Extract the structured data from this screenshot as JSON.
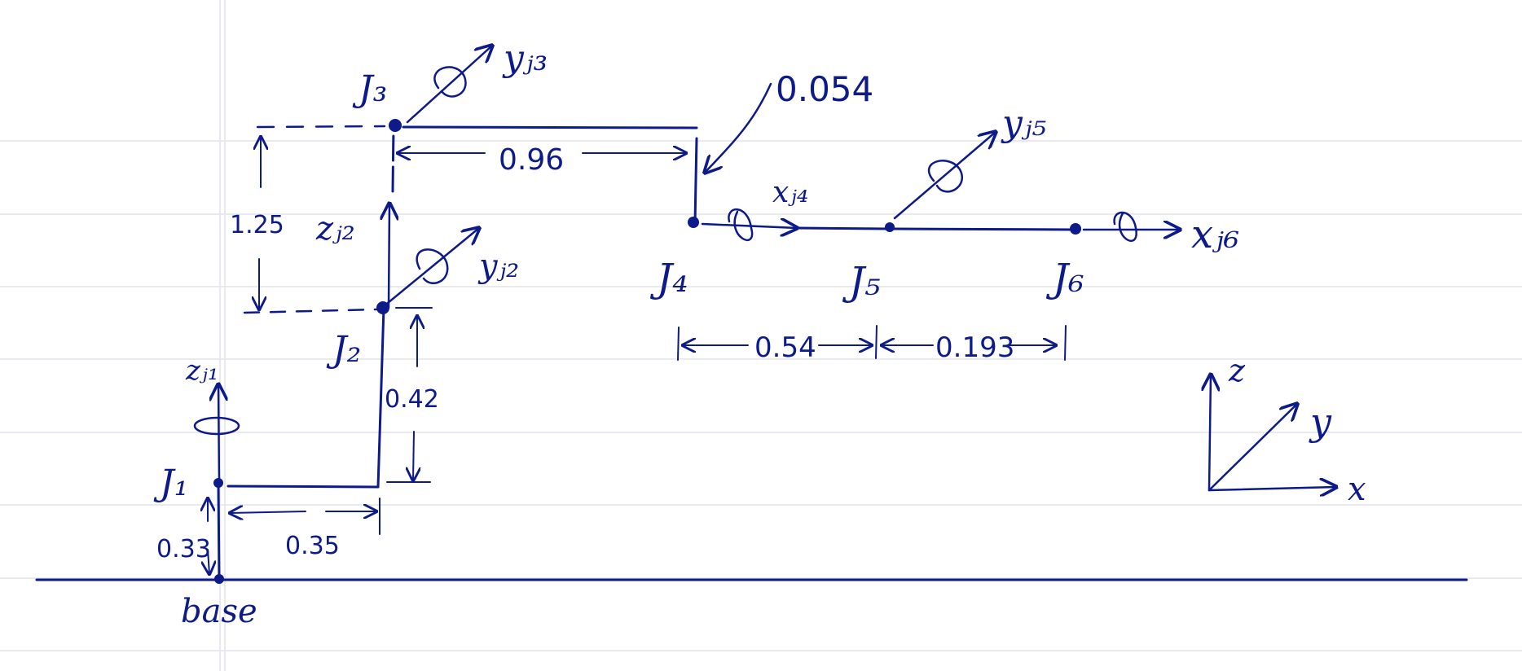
{
  "diagram": {
    "ink_color": "#0d1a8a",
    "paper_line_color": "#e2e4ea",
    "joints": {
      "j1": "J₁",
      "j2": "J₂",
      "j3": "J₃",
      "j4": "J₄",
      "j5": "J₅",
      "j6": "J₆",
      "base": "base"
    },
    "axes": {
      "z_j1": "zⱼ₁",
      "z_j2": "zⱼ₂",
      "y_j2": "yⱼ₂",
      "y_j3": "yⱼ₃",
      "x_j4": "xⱼ₄",
      "y_j5": "yⱼ₅",
      "x_j6": "xⱼ₆"
    },
    "dimensions": {
      "d_base_j1": "0.33",
      "d_j1_j2_x": "0.35",
      "d_j1_j2_z": "0.42",
      "d_j2_j3": "1.25",
      "d_j3_j4_x": "0.96",
      "d_j3_j4_z": "0.054",
      "d_j4_j5": "0.54",
      "d_j5_j6": "0.193"
    },
    "reference_frame": {
      "x": "x",
      "y": "y",
      "z": "z"
    }
  }
}
